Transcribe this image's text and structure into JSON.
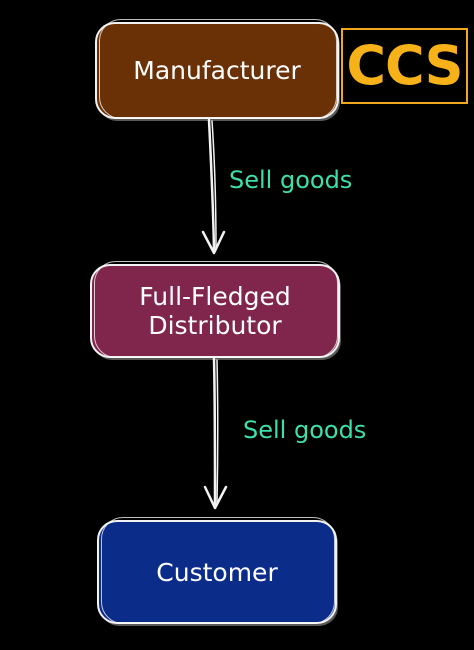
{
  "logo": {
    "text": "CCS",
    "color": "#f7b21a",
    "border_color": "#f0a81c"
  },
  "nodes": [
    {
      "label": "Manufacturer",
      "fill": "#6b3106"
    },
    {
      "label": "Full-Fledged\nDistributor",
      "fill": "#80264d"
    },
    {
      "label": "Customer",
      "fill": "#0c2c8a"
    }
  ],
  "edges": [
    {
      "from": "Manufacturer",
      "to": "Full-Fledged Distributor",
      "label": "Sell goods"
    },
    {
      "from": "Full-Fledged Distributor",
      "to": "Customer",
      "label": "Sell goods"
    }
  ],
  "colors": {
    "background": "#000000",
    "node_border": "#f2f2f2",
    "node_text": "#ffffff",
    "edge_label": "#3ee0a8",
    "arrow": "#f2f2f2"
  }
}
